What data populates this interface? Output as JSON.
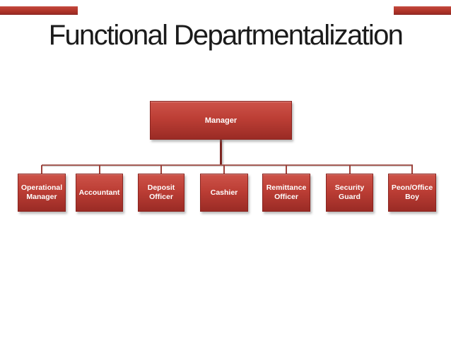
{
  "slide": {
    "title": "Functional Departmentalization"
  },
  "org": {
    "root": {
      "label": "Manager"
    },
    "children": [
      {
        "label": "Operational Manager"
      },
      {
        "label": "Accountant"
      },
      {
        "label": "Deposit Officer"
      },
      {
        "label": "Cashier"
      },
      {
        "label": "Remittance Officer"
      },
      {
        "label": "Security Guard"
      },
      {
        "label": "Peon/Office Boy"
      }
    ]
  },
  "colors": {
    "box_red_top": "#cd5349",
    "box_red_bottom": "#9a2b25",
    "box_border": "#8a241f",
    "connector_red": "#9e423b",
    "main_drop_red": "#7d2521",
    "accent_bar_red": "#b03428",
    "title_text": "#1b1b1b",
    "box_text": "#ffffff",
    "background": "#ffffff"
  }
}
